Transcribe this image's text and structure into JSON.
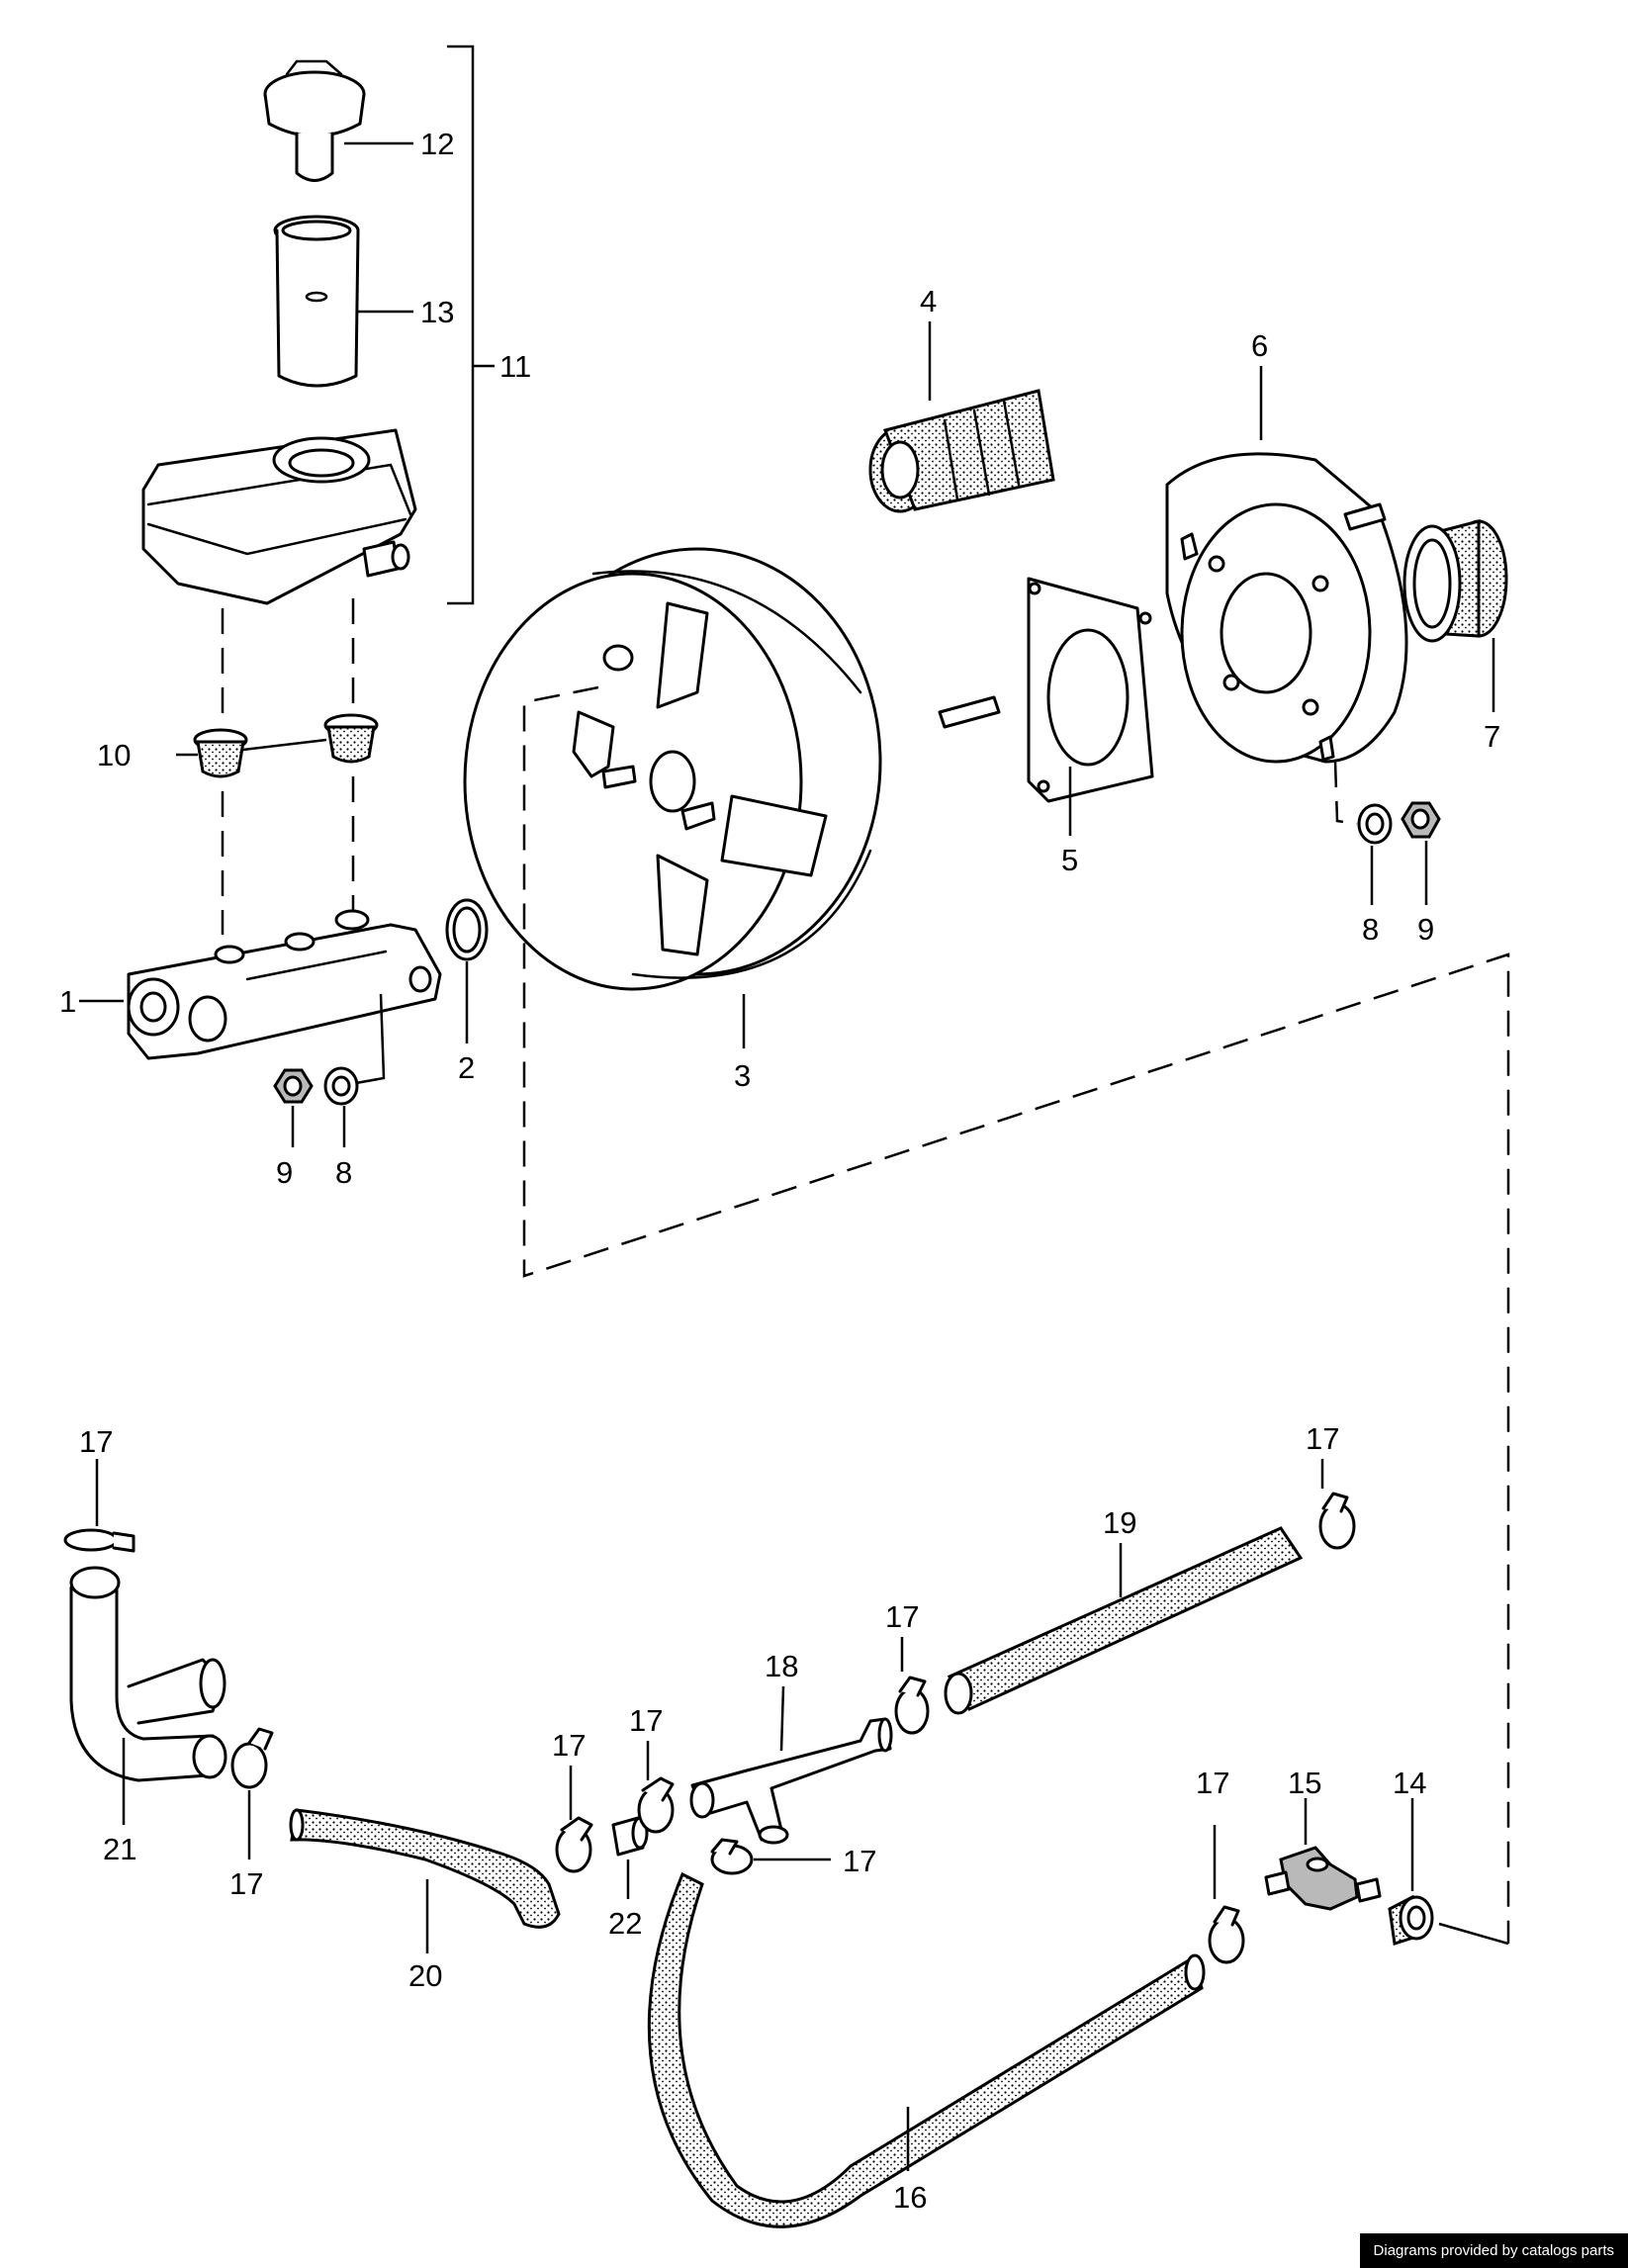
{
  "labels": {
    "l1": "1",
    "l2": "2",
    "l3": "3",
    "l4": "4",
    "l5": "5",
    "l6": "6",
    "l7": "7",
    "l8a": "8",
    "l8b": "8",
    "l9a": "9",
    "l9b": "9",
    "l10": "10",
    "l11": "11",
    "l12": "12",
    "l13": "13",
    "l14": "14",
    "l15": "15",
    "l16": "16",
    "l17a": "17",
    "l17b": "17",
    "l17c": "17",
    "l17d": "17",
    "l17e": "17",
    "l17f": "17",
    "l17g": "17",
    "l17h": "17",
    "l18": "18",
    "l19": "19",
    "l20": "20",
    "l21": "21",
    "l22": "22"
  },
  "credit": "Diagrams provided by catalogs parts"
}
